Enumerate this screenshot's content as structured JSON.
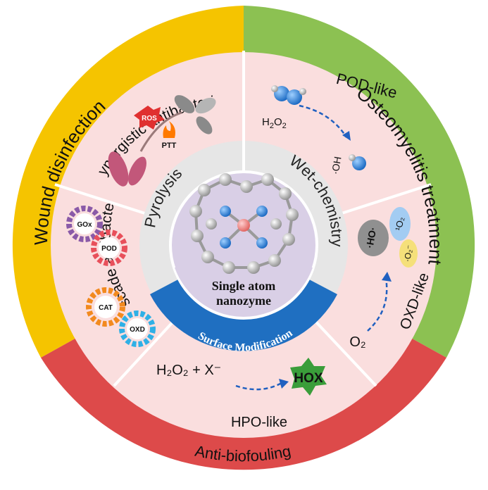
{
  "outer_ring": {
    "wound": "Wound disinfection",
    "osteo": "Osteomyelitis treatment",
    "biofouling": "Anti-biofouling"
  },
  "middle_ring": {
    "synergistic": "synergistic antibacterial",
    "cascade": "Cascade antibacterial",
    "pod_like": "POD-like",
    "oxd_like": "OXD-like",
    "hpo_like": "HPO-like"
  },
  "inner_ring": {
    "pyrolysis": "Pyrolysis",
    "wet_chemistry": "Wet-chemistry",
    "surface": "Surface Modification"
  },
  "center": {
    "line1": "Single atom",
    "line2": "nanozyme"
  },
  "labels": {
    "ros": "ROS",
    "ptt": "PTT",
    "gox": "GOx",
    "pod": "POD",
    "cat": "CAT",
    "oxd": "OXD",
    "h2o2_a": "H",
    "h2o2_b": "2",
    "h2o2_c": "O",
    "h2o2_d": "2",
    "oh_radical": "·HO·",
    "oh_dot": "·OH",
    "singlet_o2": "¹O₂",
    "superoxide": "·O₂⁻",
    "o2": "O₂",
    "hpo_eq": "H₂O₂ + X⁻",
    "hox": "HOX"
  },
  "colors": {
    "yellow": "#f5c400",
    "green": "#8cc152",
    "red": "#dd4a4a",
    "pink": "#fadede",
    "gray": "#e6e6e6",
    "lavender": "#d9cfe6",
    "blue": "#1f6fc1"
  }
}
